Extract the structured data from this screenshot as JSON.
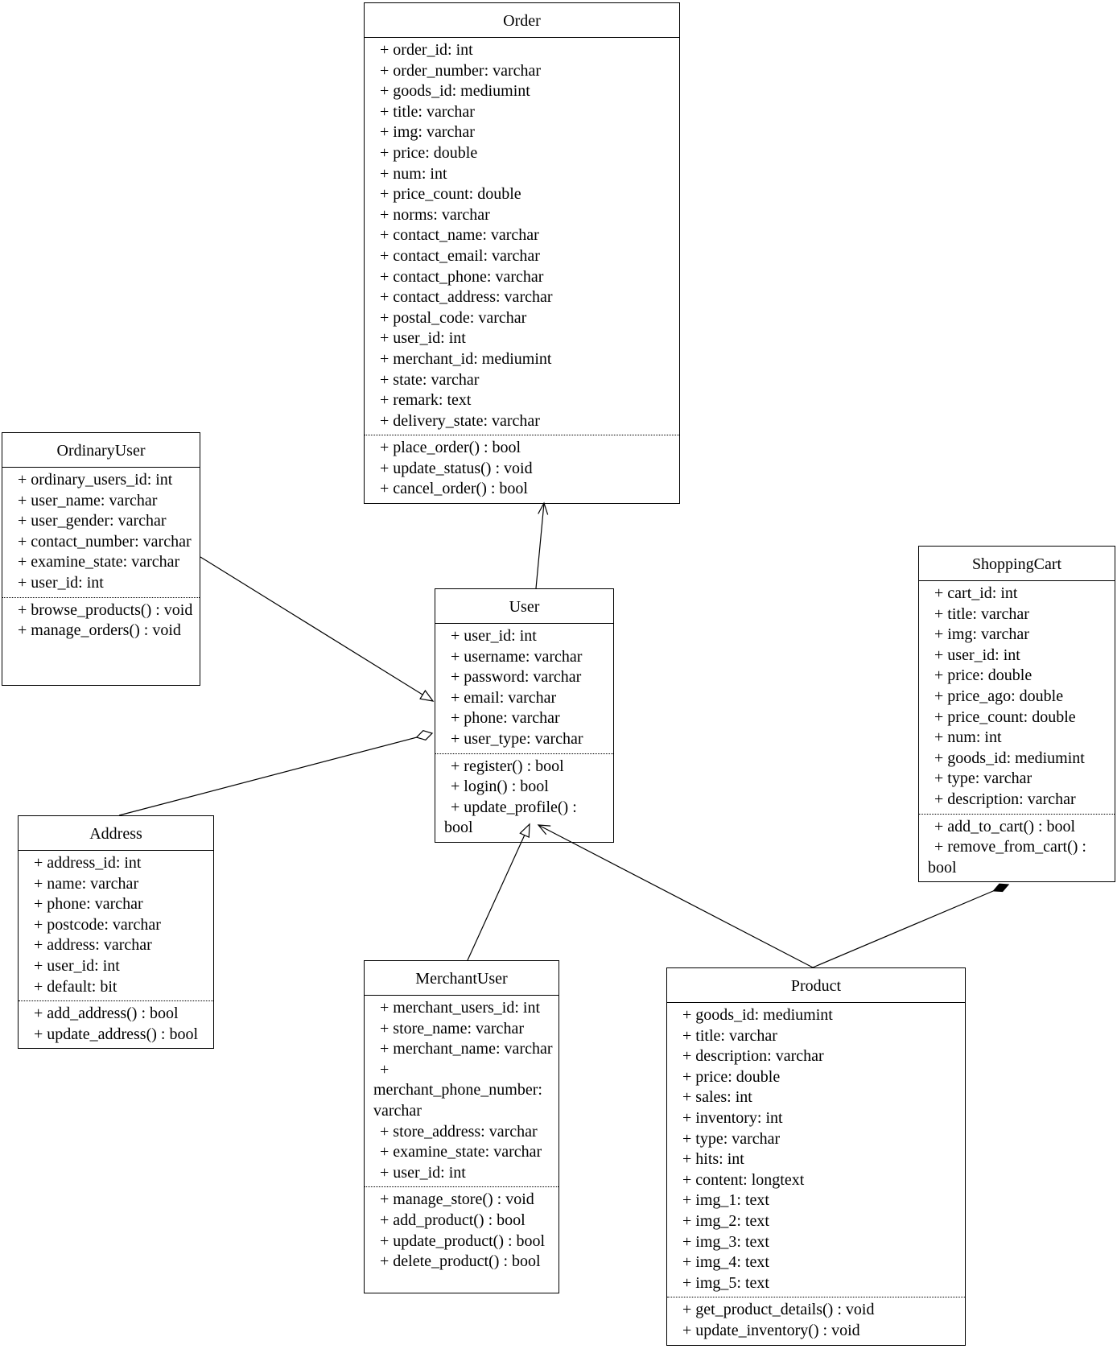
{
  "diagram": {
    "classes": {
      "order": {
        "name": "Order",
        "attributes": [
          "+ order_id: int",
          "+ order_number: varchar",
          "+ goods_id: mediumint",
          "+ title: varchar",
          "+ img: varchar",
          "+ price: double",
          "+ num: int",
          "+ price_count: double",
          "+ norms: varchar",
          "+ contact_name: varchar",
          "+ contact_email: varchar",
          "+ contact_phone: varchar",
          "+ contact_address: varchar",
          "+ postal_code: varchar",
          "+ user_id: int",
          "+ merchant_id: mediumint",
          "+ state: varchar",
          "+ remark: text",
          "+ delivery_state: varchar"
        ],
        "methods": [
          "+ place_order() : bool",
          "+ update_status() : void",
          "+ cancel_order() : bool"
        ]
      },
      "ordinary_user": {
        "name": "OrdinaryUser",
        "attributes": [
          "+ ordinary_users_id: int",
          "+ user_name: varchar",
          "+ user_gender: varchar",
          "+ contact_number: varchar",
          "+ examine_state: varchar",
          "+ user_id: int"
        ],
        "methods": [
          "+ browse_products() : void",
          "+ manage_orders() : void"
        ]
      },
      "user": {
        "name": "User",
        "attributes": [
          "+ user_id: int",
          "+ username: varchar",
          "+ password: varchar",
          "+ email: varchar",
          "+ phone: varchar",
          "+ user_type: varchar"
        ],
        "methods": [
          "+ register() : bool",
          "+ login() : bool",
          "+ update_profile() : bool"
        ]
      },
      "shopping_cart": {
        "name": "ShoppingCart",
        "attributes": [
          "+ cart_id: int",
          "+ title: varchar",
          "+ img: varchar",
          "+ user_id: int",
          "+ price: double",
          "+ price_ago: double",
          "+ price_count: double",
          "+ num: int",
          "+ goods_id: mediumint",
          "+ type: varchar",
          "+ description: varchar"
        ],
        "methods": [
          "+ add_to_cart() : bool",
          "+ remove_from_cart() : bool"
        ]
      },
      "address": {
        "name": "Address",
        "attributes": [
          "+ address_id: int",
          "+ name: varchar",
          "+ phone: varchar",
          "+ postcode: varchar",
          "+ address: varchar",
          "+ user_id: int",
          "+ default: bit"
        ],
        "methods": [
          "+ add_address() : bool",
          "+ update_address() : bool"
        ]
      },
      "merchant_user": {
        "name": "MerchantUser",
        "attributes": [
          "+ merchant_users_id: int",
          "+ store_name: varchar",
          "+ merchant_name: varchar",
          "+ merchant_phone_number: varchar",
          "+ store_address: varchar",
          "+ examine_state: varchar",
          "+ user_id: int"
        ],
        "methods": [
          "+ manage_store() : void",
          "+ add_product() : bool",
          "+ update_product() : bool",
          "+ delete_product() : bool"
        ]
      },
      "product": {
        "name": "Product",
        "attributes": [
          "+ goods_id: mediumint",
          "+ title: varchar",
          "+ description: varchar",
          "+ price: double",
          "+ sales: int",
          "+ inventory: int",
          "+ type: varchar",
          "+ hits: int",
          "+ content: longtext",
          "+ img_1: text",
          "+ img_2: text",
          "+ img_3: text",
          "+ img_4: text",
          "+ img_5: text"
        ],
        "methods": [
          "+ get_product_details() : void",
          "+ update_inventory() : void"
        ]
      }
    },
    "relationships": [
      {
        "from": "User",
        "to": "Order",
        "type": "association-open-arrow"
      },
      {
        "from": "OrdinaryUser",
        "to": "User",
        "type": "generalization"
      },
      {
        "from": "MerchantUser",
        "to": "User",
        "type": "generalization"
      },
      {
        "from": "Product",
        "to": "User",
        "type": "association-open-arrow"
      },
      {
        "from": "Address",
        "to": "User",
        "type": "aggregation-hollow-diamond-at-user"
      },
      {
        "from": "Product",
        "to": "ShoppingCart",
        "type": "composition-filled-diamond-at-shoppingcart"
      }
    ]
  }
}
